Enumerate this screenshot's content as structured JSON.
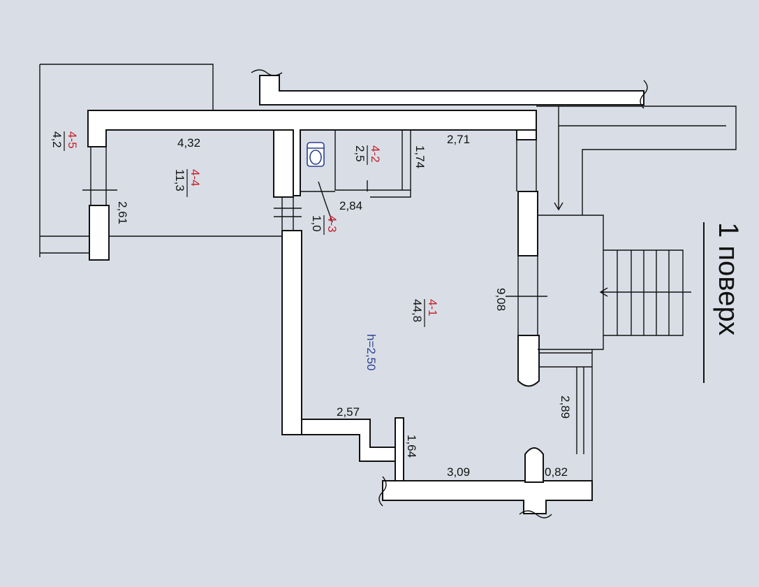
{
  "floor_label": "1 поверх",
  "ceiling_height": "h=2,50",
  "rooms": [
    {
      "id": "4-1",
      "area": "44,8"
    },
    {
      "id": "4-2",
      "area": "2,5"
    },
    {
      "id": "4-3",
      "area": "1,0"
    },
    {
      "id": "4-4",
      "area": "11,3"
    },
    {
      "id": "4-5",
      "area": "4,2"
    }
  ],
  "dimensions": {
    "d_432": "4,32",
    "d_261": "2,61",
    "d_271": "2,71",
    "d_174": "1,74",
    "d_284": "2,84",
    "d_908": "9,08",
    "d_289": "2,89",
    "d_257": "2,57",
    "d_164": "1,64",
    "d_309": "3,09",
    "d_082": "0,82"
  },
  "colors": {
    "background": "#d9dee6",
    "room_number": "#c8202a",
    "height_text": "#2b3f8f"
  }
}
